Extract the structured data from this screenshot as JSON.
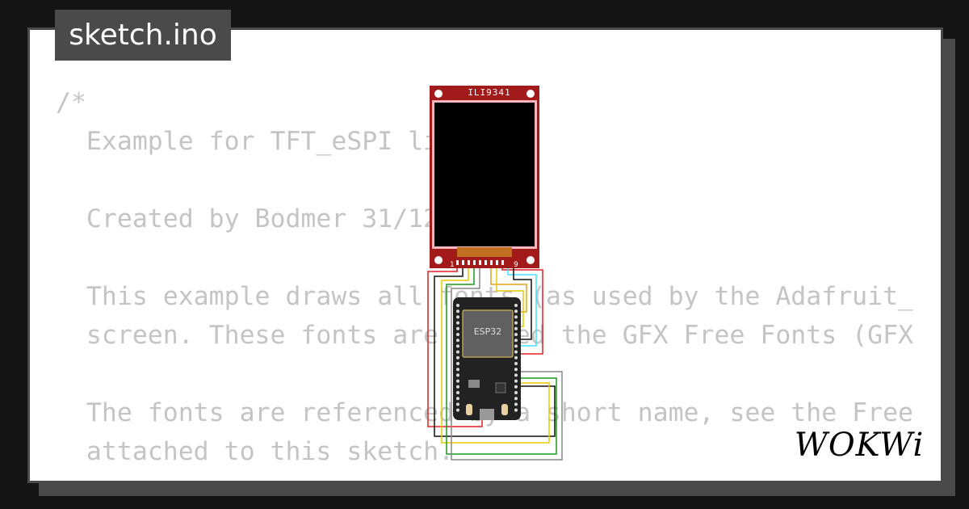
{
  "file_tab": {
    "label": "sketch.ino"
  },
  "code_lines": [
    "/*",
    "  Example for TFT_eSPI li",
    "",
    "  Created by Bodmer 31/12",
    "",
    "  This example draws all fonts (as used by the Adafruit_",
    "  screen. These fonts are called the GFX Free Fonts (GFX",
    "",
    "  The fonts are referenced by a short name, see the Free",
    "  attached to this sketch."
  ],
  "display": {
    "label": "ILI9341",
    "pin_first": "1",
    "pin_last": "9"
  },
  "mcu": {
    "label": "ESP32"
  },
  "brand": {
    "name": "WOKWi"
  },
  "colors": {
    "background": "#141414",
    "card": "#ffffff",
    "frame": "#4a4a4a",
    "code_text": "#c4c4c4",
    "display_pcb": "#a31a1a",
    "board": "#222222",
    "wire_red": "#e02020",
    "wire_black": "#111111",
    "wire_yellow": "#e8c800",
    "wire_green": "#1a9a1a",
    "wire_cyan": "#40e0ff",
    "wire_orange": "#e8a020",
    "wire_gray": "#888888"
  }
}
